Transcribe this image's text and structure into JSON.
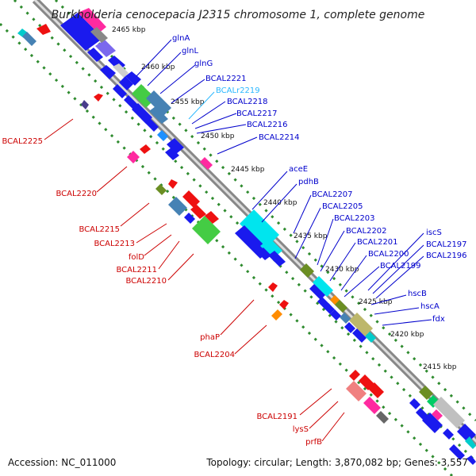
{
  "title": "Burkholderia cenocepacia J2315 chromosome 1, complete genome",
  "accession": "Accession: NC_011000",
  "topology": "Topology: circular; Length: 3,870,082 bp; Genes: 3,557",
  "colors": {
    "backbone": "#777777",
    "dots": "#2e8b2e",
    "forward_label": "#0000cc",
    "reverse_label": "#cc0000",
    "rna_label": "#2bb8ff"
  },
  "kbp_ticks": [
    {
      "text": "2465 kbp"
    },
    {
      "text": "2460 kbp"
    },
    {
      "text": "2455 kbp"
    },
    {
      "text": "2450 kbp"
    },
    {
      "text": "2445 kbp"
    },
    {
      "text": "2440 kbp"
    },
    {
      "text": "2435 kbp"
    },
    {
      "text": "2430 kbp"
    },
    {
      "text": "2425 kbp"
    },
    {
      "text": "2420 kbp"
    },
    {
      "text": "2415 kbp"
    }
  ],
  "upper_labels": [
    {
      "text": "glnA",
      "color": "blue"
    },
    {
      "text": "glnL",
      "color": "blue"
    },
    {
      "text": "glnG",
      "color": "blue"
    },
    {
      "text": "BCAL2221",
      "color": "blue"
    },
    {
      "text": "BCALr2219",
      "color": "rna"
    },
    {
      "text": "BCAL2218",
      "color": "blue"
    },
    {
      "text": "BCAL2217",
      "color": "blue"
    },
    {
      "text": "BCAL2216",
      "color": "blue"
    },
    {
      "text": "BCAL2214",
      "color": "blue"
    },
    {
      "text": "aceE",
      "color": "blue"
    },
    {
      "text": "pdhB",
      "color": "blue"
    },
    {
      "text": "BCAL2207",
      "color": "blue"
    },
    {
      "text": "BCAL2205",
      "color": "blue"
    },
    {
      "text": "BCAL2203",
      "color": "blue"
    },
    {
      "text": "BCAL2202",
      "color": "blue"
    },
    {
      "text": "BCAL2201",
      "color": "blue"
    },
    {
      "text": "BCAL2200",
      "color": "blue"
    },
    {
      "text": "BCAL2199",
      "color": "blue"
    },
    {
      "text": "iscS",
      "color": "blue"
    },
    {
      "text": "BCAL2197",
      "color": "blue"
    },
    {
      "text": "BCAL2196",
      "color": "blue"
    },
    {
      "text": "hscB",
      "color": "blue"
    },
    {
      "text": "hscA",
      "color": "blue"
    },
    {
      "text": "fdx",
      "color": "blue"
    }
  ],
  "lower_labels": [
    {
      "text": "BCAL2225"
    },
    {
      "text": "BCAL2220"
    },
    {
      "text": "BCAL2215"
    },
    {
      "text": "BCAL2213"
    },
    {
      "text": "folD"
    },
    {
      "text": "BCAL2211"
    },
    {
      "text": "BCAL2210"
    },
    {
      "text": "phaP"
    },
    {
      "text": "BCAL2204"
    },
    {
      "text": "BCAL2191"
    },
    {
      "text": "lysS"
    },
    {
      "text": "prfB"
    }
  ]
}
